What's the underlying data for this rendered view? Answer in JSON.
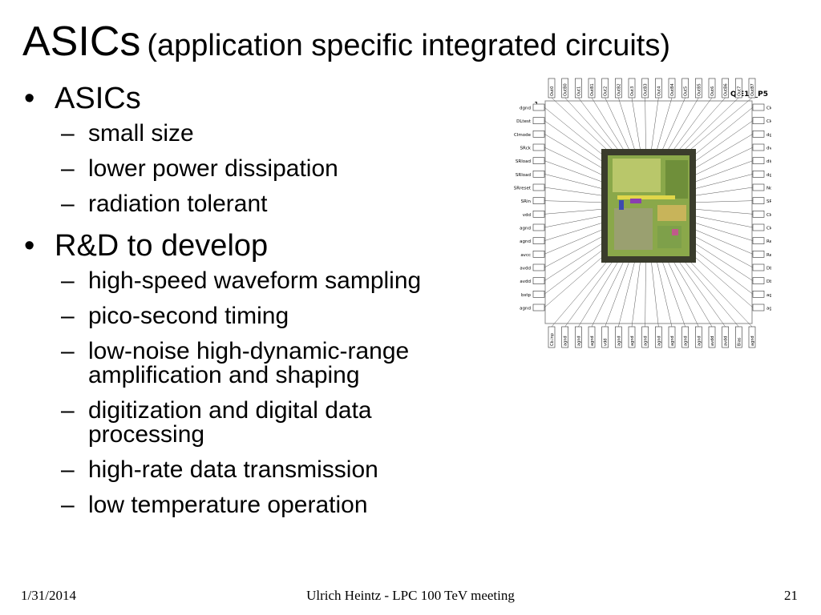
{
  "slide": {
    "title_main": "ASICs",
    "title_sub": "(application specific integrated circuits)",
    "bullets": [
      {
        "text": "ASICs",
        "subs": [
          "small size",
          "lower power dissipation",
          "radiation tolerant"
        ]
      },
      {
        "text": "R&D to develop",
        "subs": [
          "high-speed waveform sampling",
          "pico-second timing",
          "low-noise high-dynamic-range amplification and shaping",
          "digitization and digital data processing",
          "high-rate data transmission",
          "low temperature operation"
        ]
      }
    ],
    "dash": "–"
  },
  "chip": {
    "name": "QIE10_P5",
    "pin1": "1",
    "top_pins": [
      "Out0",
      "OutB0",
      "Out1",
      "OutB1",
      "Out2",
      "OutB2",
      "Out3",
      "OutB3",
      "Out4",
      "OutB4",
      "Out5",
      "OutB5",
      "Out6",
      "OutB6",
      "Out7",
      "OutB7"
    ],
    "left_pins": [
      "dgnd",
      "DLtest",
      "CImode",
      "SRck",
      "SRload",
      "SRload",
      "SRreset",
      "SRin",
      "vdd",
      "agnd",
      "agnd",
      "avcc",
      "avdd",
      "avdd",
      "bstp",
      "agnd"
    ],
    "right_pins": [
      "CkOut",
      "CkOutb",
      "dgnd",
      "dvdd",
      "dig_byp",
      "dgnd",
      "NoLock",
      "SRout",
      "Ck",
      "Ckb",
      "Reset",
      "Resetb",
      "Dbezim",
      "Dbezimb",
      "agnd",
      "agnd"
    ],
    "bottom_pins": [
      "Cb.inp",
      "agnd",
      "agnd",
      "agnd",
      "vdd",
      "agnd",
      "agnd",
      "agnd",
      "agnd",
      "agnd",
      "agnd",
      "agnd",
      "avdd",
      "avdd",
      "Bias",
      "agnd"
    ],
    "colors": {
      "die": "#3a3c2c",
      "core": "#8aa84a",
      "pad": "#ffffff",
      "line": "#555555"
    }
  },
  "footer": {
    "date": "1/31/2014",
    "center": "Ulrich Heintz - LPC 100 TeV meeting",
    "page": "21"
  }
}
